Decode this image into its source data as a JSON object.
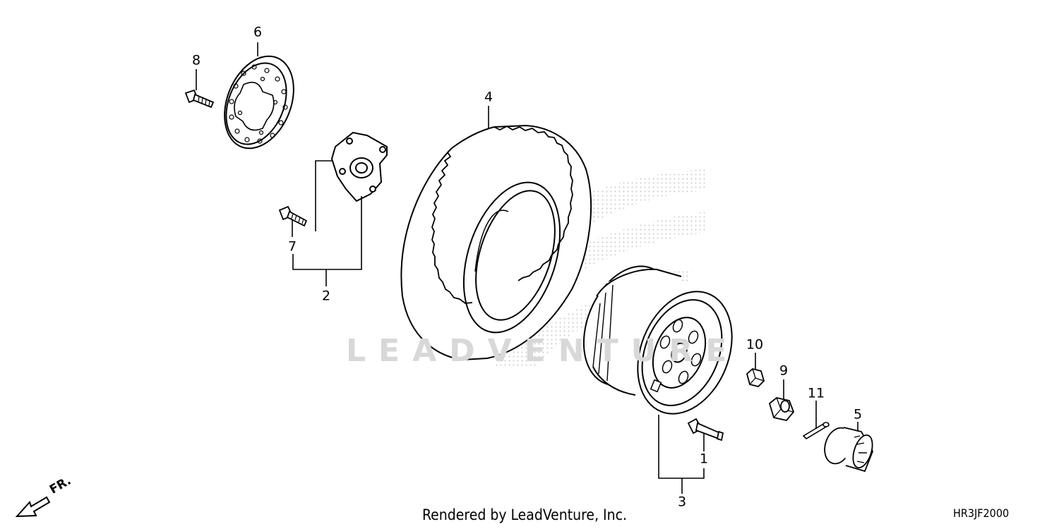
{
  "diagram": {
    "watermark_text": "LEADVENTURE",
    "credit": "Rendered by LeadVenture, Inc.",
    "diagram_code": "HR3JF2000",
    "direction_marker": "FR.",
    "part_numbers": {
      "p1": "1",
      "p2": "2",
      "p3": "3",
      "p4": "4",
      "p5": "5",
      "p6": "6",
      "p7": "7",
      "p8": "8",
      "p9": "9",
      "p10": "10",
      "p11": "11"
    }
  },
  "colors": {
    "line": "#000000",
    "watermark": "#d8d8d8",
    "background": "#ffffff"
  }
}
